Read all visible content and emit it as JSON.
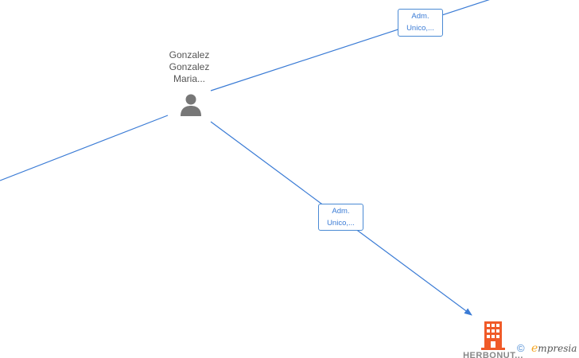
{
  "person": {
    "name_lines": [
      "Gonzalez",
      "Gonzalez",
      "Maria..."
    ],
    "icon": "person-icon"
  },
  "edges": [
    {
      "label_lines": [
        "Adm.",
        "Unico,..."
      ]
    },
    {
      "label_lines": [
        "Adm.",
        "Unico,..."
      ]
    }
  ],
  "company": {
    "name": "HERBONUT...",
    "icon": "building-icon",
    "color": "#f05a28"
  },
  "watermark": {
    "copyright_symbol": "©",
    "brand_initial": "e",
    "brand_rest": "mpresia"
  },
  "colors": {
    "edge": "#3a7bd5",
    "person_icon": "#777777"
  }
}
